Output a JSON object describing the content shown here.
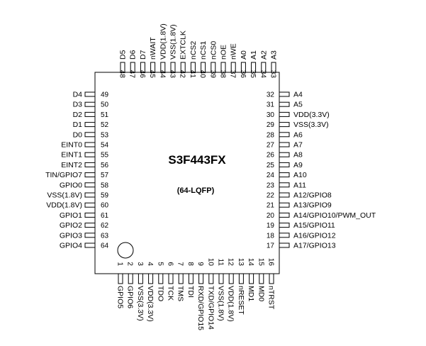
{
  "chip": {
    "name": "S3F443FX",
    "package": "(64-LQFP)"
  },
  "pins": {
    "left": [
      {
        "num": "49",
        "name": "D4"
      },
      {
        "num": "50",
        "name": "D3"
      },
      {
        "num": "51",
        "name": "D2"
      },
      {
        "num": "52",
        "name": "D1"
      },
      {
        "num": "53",
        "name": "D0"
      },
      {
        "num": "54",
        "name": "EINT0"
      },
      {
        "num": "55",
        "name": "EINT1"
      },
      {
        "num": "56",
        "name": "EINT2"
      },
      {
        "num": "57",
        "name": "TIN/GPIO7"
      },
      {
        "num": "58",
        "name": "GPIO0"
      },
      {
        "num": "59",
        "name": "VSS(1.8V)"
      },
      {
        "num": "60",
        "name": "VDD(1.8V)"
      },
      {
        "num": "61",
        "name": "GPIO1"
      },
      {
        "num": "62",
        "name": "GPIO2"
      },
      {
        "num": "63",
        "name": "GPIO3"
      },
      {
        "num": "64",
        "name": "GPIO4"
      }
    ],
    "right": [
      {
        "num": "32",
        "name": "A4"
      },
      {
        "num": "31",
        "name": "A5"
      },
      {
        "num": "30",
        "name": "VDD(3.3V)"
      },
      {
        "num": "29",
        "name": "VSS(3.3V)"
      },
      {
        "num": "28",
        "name": "A6"
      },
      {
        "num": "27",
        "name": "A7"
      },
      {
        "num": "26",
        "name": "A8"
      },
      {
        "num": "25",
        "name": "A9"
      },
      {
        "num": "24",
        "name": "A10"
      },
      {
        "num": "23",
        "name": "A11"
      },
      {
        "num": "22",
        "name": "A12/GPIO8"
      },
      {
        "num": "21",
        "name": "A13/GPIO9"
      },
      {
        "num": "20",
        "name": "A14/GPIO10/PWM_OUT"
      },
      {
        "num": "19",
        "name": "A15/GPIO11"
      },
      {
        "num": "18",
        "name": "A16/GPIO12"
      },
      {
        "num": "17",
        "name": "A17/GPIO13"
      }
    ],
    "top": [
      {
        "num": "48",
        "name": "D5"
      },
      {
        "num": "47",
        "name": "D6"
      },
      {
        "num": "46",
        "name": "D7"
      },
      {
        "num": "45",
        "name": "nWAIT"
      },
      {
        "num": "44",
        "name": "VDD(1.8V)"
      },
      {
        "num": "43",
        "name": "VSS(1.8V)"
      },
      {
        "num": "42",
        "name": "EXTCLK"
      },
      {
        "num": "41",
        "name": "nCS2"
      },
      {
        "num": "40",
        "name": "nCS1"
      },
      {
        "num": "39",
        "name": "nCS0"
      },
      {
        "num": "38",
        "name": "nOE"
      },
      {
        "num": "37",
        "name": "nWE"
      },
      {
        "num": "36",
        "name": "A0"
      },
      {
        "num": "35",
        "name": "A1"
      },
      {
        "num": "34",
        "name": "A2"
      },
      {
        "num": "33",
        "name": "A3"
      }
    ],
    "bottom": [
      {
        "num": "1",
        "name": "GPIO5"
      },
      {
        "num": "2",
        "name": "GPIO6"
      },
      {
        "num": "3",
        "name": "VSS(3.3V)"
      },
      {
        "num": "4",
        "name": "VDD(3.3V)"
      },
      {
        "num": "5",
        "name": "TDO"
      },
      {
        "num": "6",
        "name": "TCK"
      },
      {
        "num": "7",
        "name": "TMS"
      },
      {
        "num": "8",
        "name": "TDI"
      },
      {
        "num": "9",
        "name": "RXD/GPIO15"
      },
      {
        "num": "10",
        "name": "TXD/GPIO14"
      },
      {
        "num": "11",
        "name": "VSS(1.8V)"
      },
      {
        "num": "12",
        "name": "VDD(1.8V)"
      },
      {
        "num": "13",
        "name": "nRESET"
      },
      {
        "num": "14",
        "name": "MD1"
      },
      {
        "num": "15",
        "name": "MD0"
      },
      {
        "num": "16",
        "name": "nTRST"
      }
    ]
  }
}
